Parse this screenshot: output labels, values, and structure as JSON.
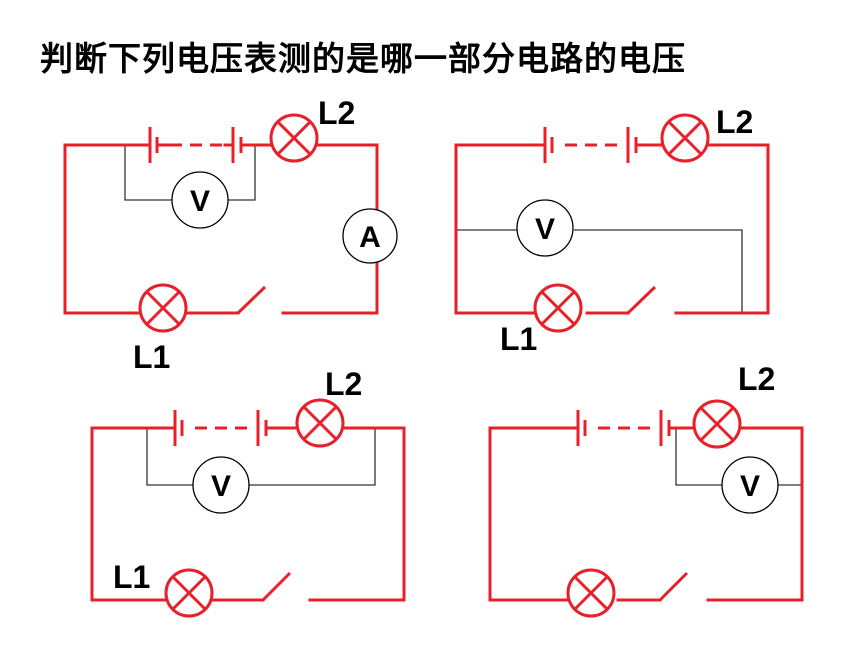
{
  "title": "判断下列电压表测的是哪一部分电路的电压",
  "colors": {
    "wire": "#e8202a",
    "meter_wire": "#333333"
  },
  "circuits": [
    {
      "id": "circuit-1",
      "labels": {
        "lamp_top": "L2",
        "lamp_bottom": "L1",
        "voltmeter": "V",
        "ammeter": "A"
      }
    },
    {
      "id": "circuit-2",
      "labels": {
        "lamp_top": "L2",
        "lamp_bottom": "L1",
        "voltmeter": "V"
      }
    },
    {
      "id": "circuit-3",
      "labels": {
        "lamp_top": "L2",
        "lamp_bottom": "L1",
        "voltmeter": "V"
      }
    },
    {
      "id": "circuit-4",
      "labels": {
        "lamp_top": "L2",
        "voltmeter": "V"
      }
    }
  ]
}
